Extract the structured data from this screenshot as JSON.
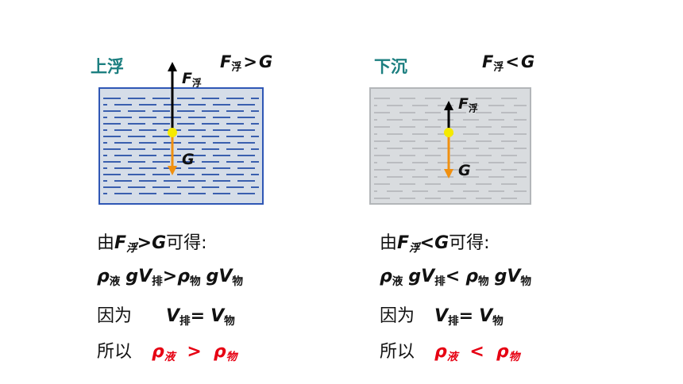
{
  "left": {
    "title": "上浮",
    "relation": {
      "f": "F",
      "f_sub": "浮",
      "op": ">",
      "g": "G"
    },
    "labels": {
      "f": "F",
      "f_sub": "浮",
      "g": "G"
    },
    "derivation": {
      "line1": {
        "pre": "由",
        "f": "F",
        "f_sub": "浮",
        "op": ">",
        "g": "G",
        "post": "可得:"
      },
      "line2": {
        "rho1": "ρ",
        "sub1": "液",
        "gv1": "gV",
        "sub2": "排",
        "op": ">",
        "rho2": "ρ",
        "sub3": "物",
        "gv2": "gV",
        "sub4": "物"
      },
      "line3": {
        "pre": "因为",
        "v1": "V",
        "sub1": "排",
        "eq": "=",
        "v2": "V",
        "sub2": "物"
      },
      "line4": {
        "pre": "所以",
        "rho1": "ρ",
        "sub1": "液",
        "op": ">",
        "rho2": "ρ",
        "sub2": "物"
      }
    }
  },
  "right": {
    "title": "下沉",
    "relation": {
      "f": "F",
      "f_sub": "浮",
      "op": "<",
      "g": "G"
    },
    "labels": {
      "f": "F",
      "f_sub": "浮",
      "g": "G"
    },
    "derivation": {
      "line1": {
        "pre": "由",
        "f": "F",
        "f_sub": "浮",
        "op": "<",
        "g": "G",
        "post": "可得:"
      },
      "line2": {
        "rho1": "ρ",
        "sub1": "液",
        "gv1": "gV",
        "sub2": "排",
        "op": "<",
        "rho2": "ρ",
        "sub3": "物",
        "gv2": "gV",
        "sub4": "物"
      },
      "line3": {
        "pre": "因为",
        "v1": "V",
        "sub1": "排",
        "eq": "=",
        "v2": "V",
        "sub2": "物"
      },
      "line4": {
        "pre": "所以",
        "rho1": "ρ",
        "sub1": "液",
        "op": "<",
        "rho2": "ρ",
        "sub2": "物"
      }
    }
  },
  "colors": {
    "title": "#1c7f80",
    "emphasis": "#e60012",
    "left_tank_fill": "#d5dde8",
    "left_tank_border": "#2f57b5",
    "left_stripes": "#3a5fae",
    "right_tank_fill": "#d9dcdf",
    "right_tank_border": "#b3b6b9",
    "right_stripes": "#9a9da0",
    "buoyancy_arrow": "#000000",
    "gravity_arrow": "#f09010",
    "object_dot": "#f5ea00"
  },
  "icons": [
    "buoyancy-arrow-icon",
    "gravity-arrow-icon",
    "object-dot-icon"
  ]
}
